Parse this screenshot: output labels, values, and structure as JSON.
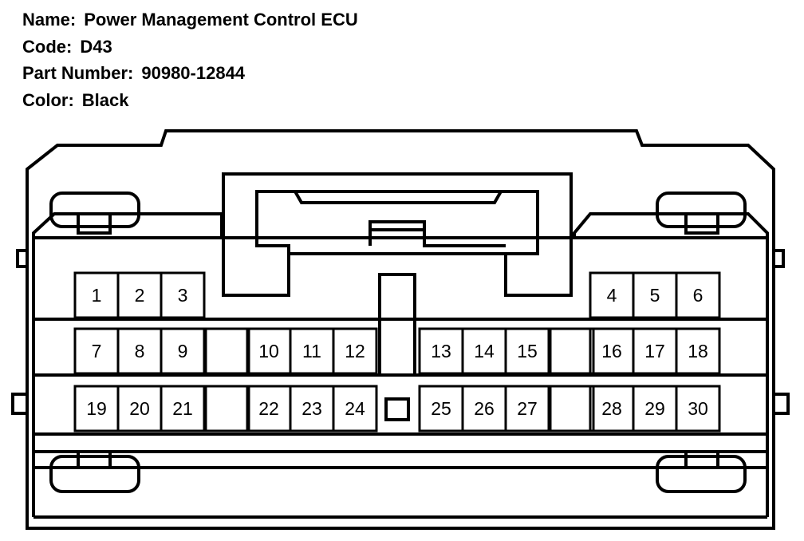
{
  "info": {
    "name_label": "Name:",
    "name_value": "Power Management Control ECU",
    "code_label": "Code:",
    "code_value": "D43",
    "part_label": "Part Number:",
    "part_value": "90980-12844",
    "color_label": "Color:",
    "color_value": "Black"
  },
  "pins": {
    "row1_left": [
      "1",
      "2",
      "3"
    ],
    "row1_right": [
      "4",
      "5",
      "6"
    ],
    "row2": [
      "7",
      "8",
      "9",
      "",
      "10",
      "11",
      "12",
      "",
      "13",
      "14",
      "15",
      "",
      "16",
      "17",
      "18"
    ],
    "row3": [
      "19",
      "20",
      "21",
      "",
      "22",
      "23",
      "24",
      "",
      "25",
      "26",
      "27",
      "",
      "28",
      "29",
      "30"
    ]
  },
  "colors": {
    "line": "#000000",
    "background": "#ffffff"
  }
}
